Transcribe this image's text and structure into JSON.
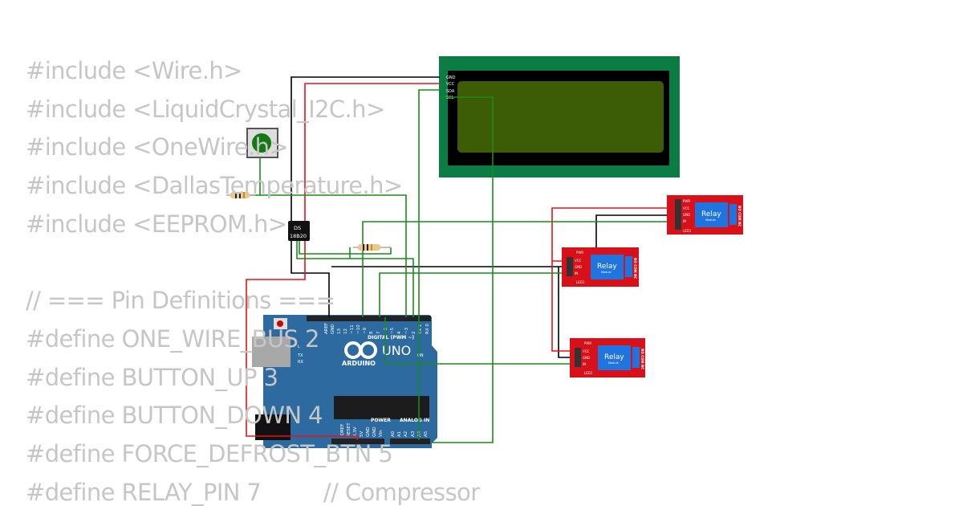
{
  "code_lines": [
    "#include <Wire.h>",
    "#include <LiquidCrystal_I2C.h>",
    "#include <OneWire.h>",
    "#include <DallasTemperature.h>",
    "#include <EEPROM.h>",
    "",
    "// === Pin Definitions ===",
    "#define ONE_WIRE_BUS 2",
    "#define BUTTON_UP 3",
    "#define BUTTON_DOWN 4",
    "#define FORCE_DEFROST_BTN 5",
    "#define RELAY_PIN 7         // Compressor"
  ],
  "lcd": {
    "pins": [
      "GND",
      "VCC",
      "SDA",
      "SCL"
    ],
    "color": "#0b7c43",
    "screen_color": "#3d5c06"
  },
  "sensor": {
    "line1": "DS",
    "line2": "18B20"
  },
  "arduino": {
    "logo": "ARDUINO",
    "model": "UNO",
    "digital_label": "DIGITAL (PWM ~)",
    "power_label": "POWER",
    "analog_label": "ANALOG IN",
    "digital_pins": [
      "AREF",
      "GND",
      "13",
      "12",
      "~11",
      "~10",
      "~9",
      "8",
      "7",
      "~6",
      "~5",
      "4",
      "~3",
      "2",
      "TX 1",
      "RX 0"
    ],
    "power_pins": [
      "IOREF",
      "RESET",
      "3.3V",
      "5V",
      "GND",
      "GND",
      "Vin"
    ],
    "analog_pins": [
      "A0",
      "A1",
      "A2",
      "A3",
      "A4",
      "A5"
    ],
    "led_labels": [
      "L",
      "TX",
      "RX",
      "ON"
    ],
    "color": "#2c6aa0"
  },
  "relays": [
    {
      "title": "Relay",
      "subtitle": "Module",
      "pins": [
        "VCC",
        "GND",
        "IN"
      ],
      "leds": [
        "PWR",
        "LED1"
      ],
      "terminals": "NO COM NC"
    },
    {
      "title": "Relay",
      "subtitle": "Module",
      "pins": [
        "VCC",
        "GND",
        "IN"
      ],
      "leds": [
        "PWR",
        "LED1"
      ],
      "terminals": "NO COM NC"
    },
    {
      "title": "Relay",
      "subtitle": "Module",
      "pins": [
        "VCC",
        "GND",
        "IN"
      ],
      "leds": [
        "PWR",
        "LED1"
      ],
      "terminals": "NO COM NC"
    }
  ],
  "colors": {
    "wire_gnd": "#000000",
    "wire_vcc": "#e0151b",
    "wire_signal": "#1d8a1d",
    "relay_board": "#d8101a",
    "relay_body": "#1f74e0"
  }
}
